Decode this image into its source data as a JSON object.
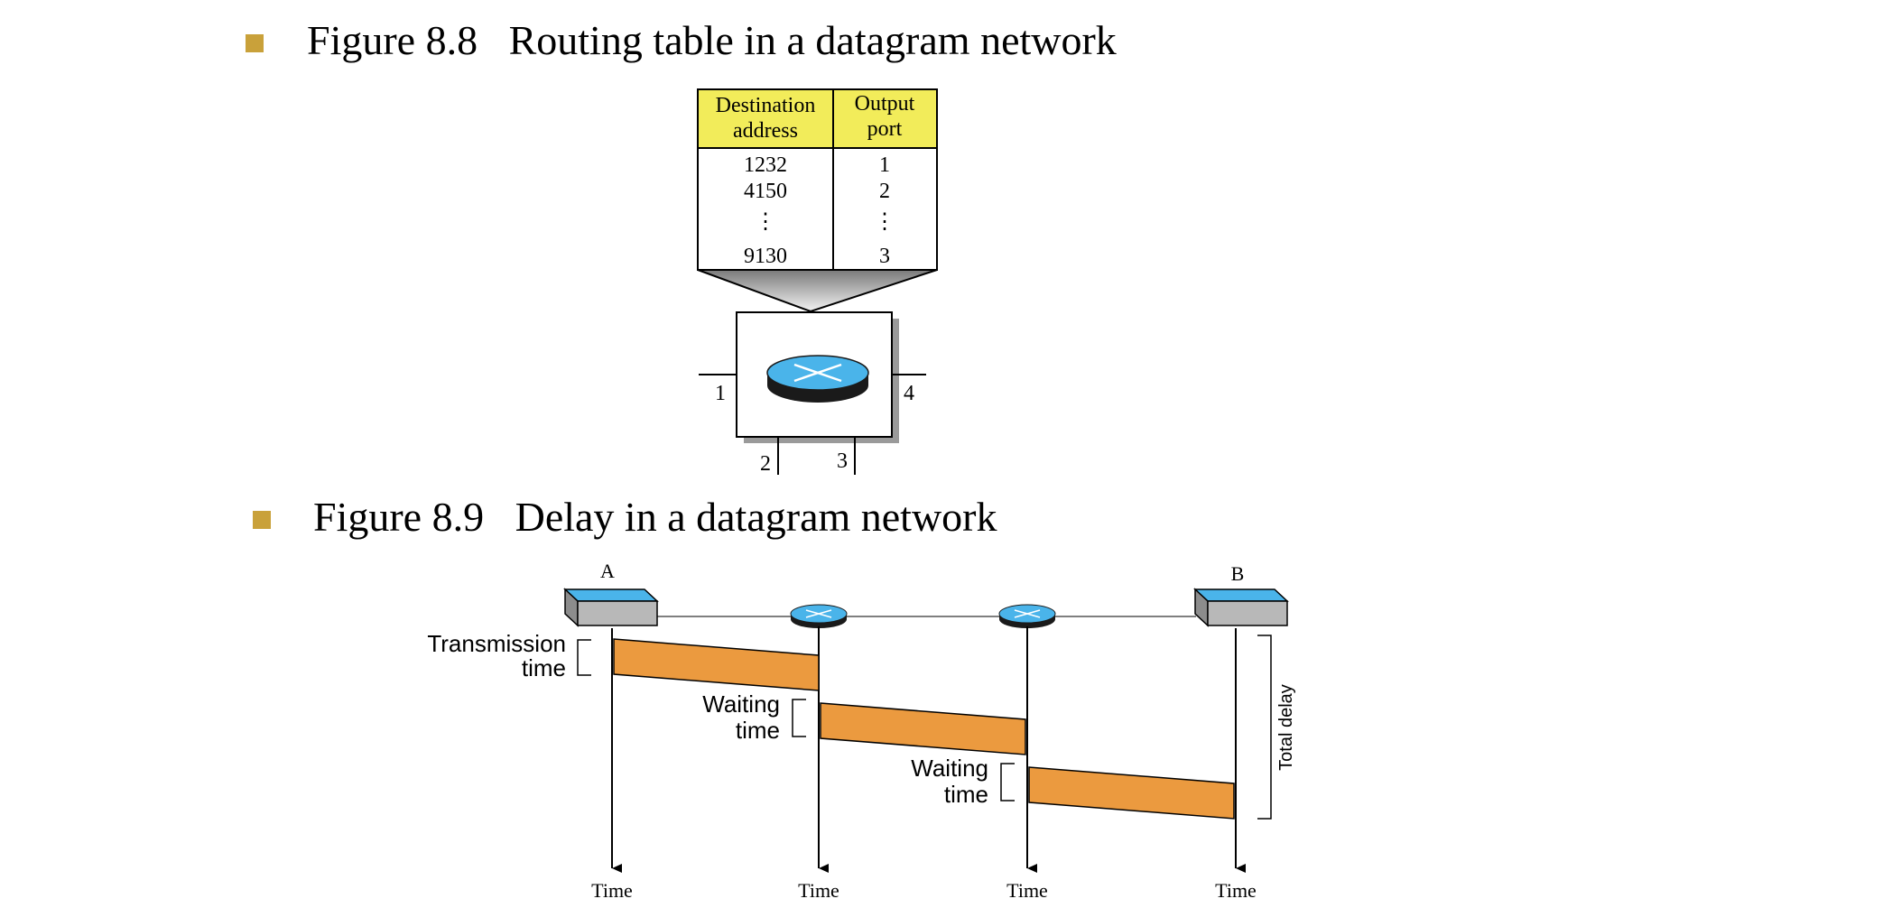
{
  "fig88": {
    "bullet_color": "#c9a13a",
    "caption": "Figure 8.8   Routing table in a datagram network",
    "table": {
      "header_fill": "#f2ec5a",
      "col1_header": [
        "Destination",
        "address"
      ],
      "col2_header": [
        "Output",
        "port"
      ],
      "rows": [
        {
          "dest": "1232",
          "port": "1"
        },
        {
          "dest": "4150",
          "port": "2"
        },
        {
          "dest": "⋮",
          "port": "⋮"
        },
        {
          "dest": "9130",
          "port": "3"
        }
      ]
    },
    "router": {
      "fill": "#4ab4ea",
      "port_labels": [
        "1",
        "2",
        "3",
        "4"
      ]
    }
  },
  "fig89": {
    "caption": "Figure 8.9   Delay in a datagram network",
    "station_a": "A",
    "station_b": "B",
    "station_fill": "#4ab4ea",
    "packet_fill": "#eb9a3f",
    "labels": {
      "transmission": [
        "Transmission",
        "time"
      ],
      "waiting1": [
        "Waiting",
        "time"
      ],
      "waiting2": [
        "Waiting",
        "time"
      ],
      "total_delay": "Total delay"
    },
    "time_labels": [
      "Time",
      "Time",
      "Time",
      "Time"
    ]
  }
}
